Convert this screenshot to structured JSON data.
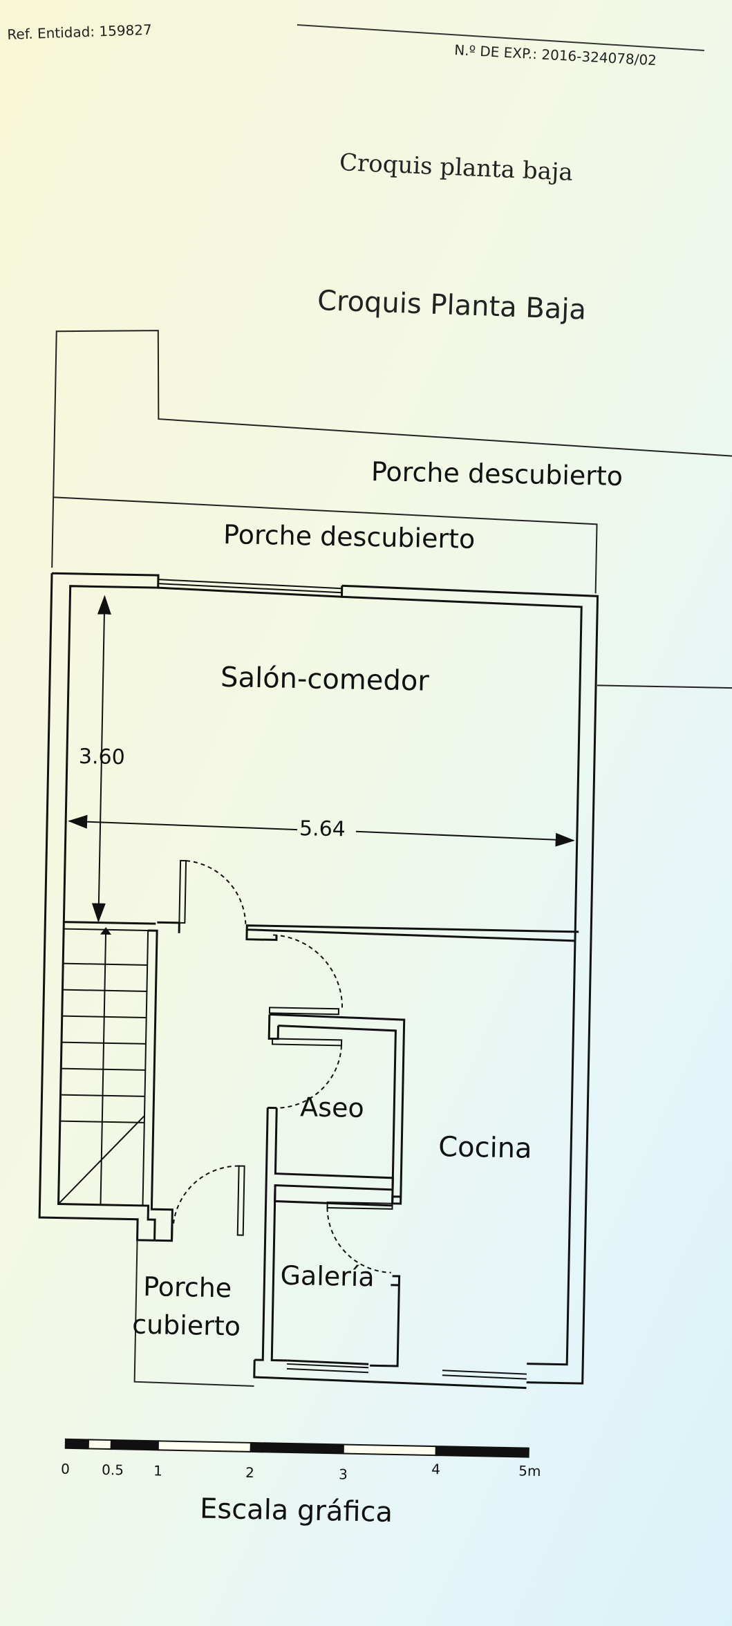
{
  "header": {
    "ref_entidad": "Ref. Entidad: 159827",
    "num_expediente": "N.º DE EXP.: 2016-324078/02"
  },
  "titles": {
    "main": "Croquis planta baja",
    "plan": "Croquis Planta Baja"
  },
  "rooms": {
    "porche_upper": "Porche descubierto",
    "porche_lower": "Porche descubierto",
    "salon": "Salón-comedor",
    "aseo": "Aseo",
    "cocina": "Cocina",
    "galeria": "Galería",
    "porche_cubierto_1": "Porche",
    "porche_cubierto_2": "cubierto"
  },
  "dimensions": {
    "height": "3.60",
    "width": "5.64"
  },
  "scale": {
    "labels": [
      "0",
      "0.5",
      "1",
      "2",
      "3",
      "4",
      "5m"
    ],
    "caption": "Escala gráfica"
  }
}
